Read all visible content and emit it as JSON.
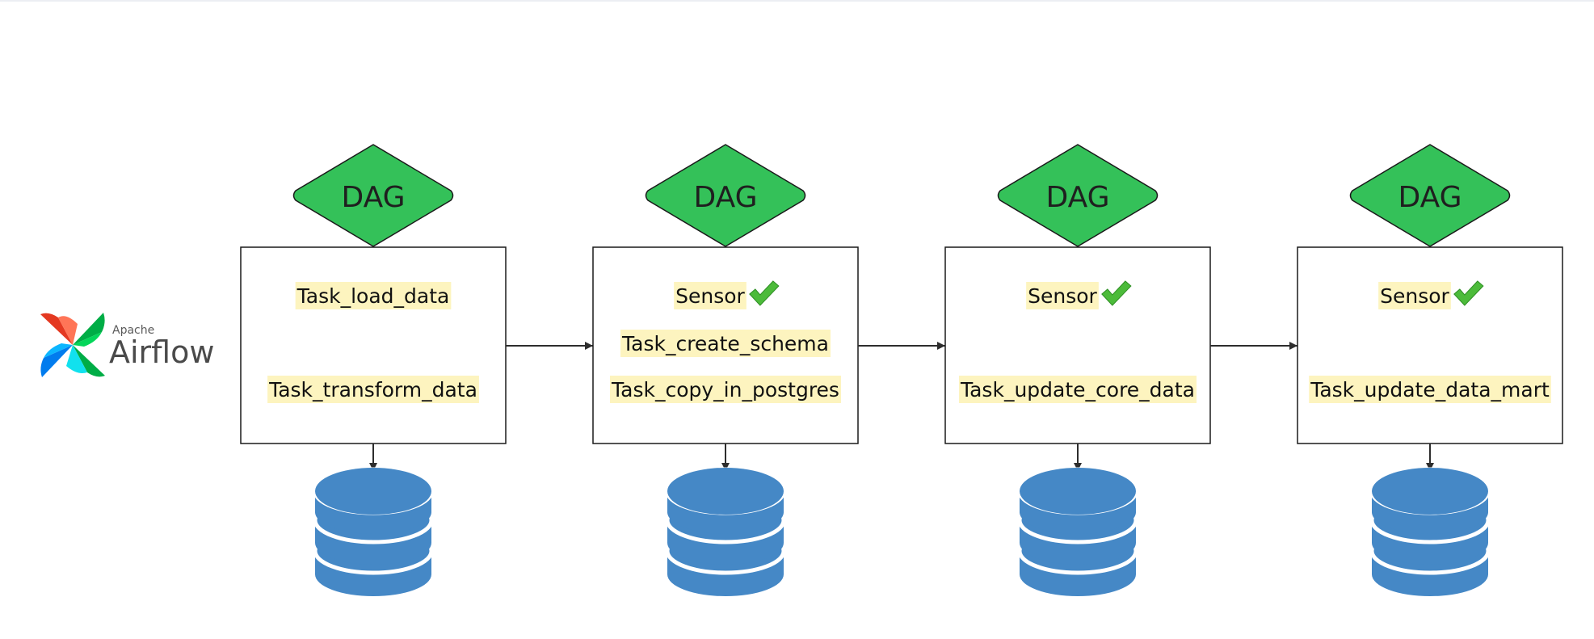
{
  "brand": {
    "apache": "Apache",
    "name": "Airflow"
  },
  "dags": [
    {
      "label": "DAG",
      "tasks": [
        {
          "text": "Task_load_data",
          "check": false
        },
        {
          "text": "Task_transform_data",
          "check": false
        }
      ]
    },
    {
      "label": "DAG",
      "tasks": [
        {
          "text": "Sensor",
          "check": true
        },
        {
          "text": "Task_create_schema",
          "check": false
        },
        {
          "text": "Task_copy_in_postgres",
          "check": false
        }
      ]
    },
    {
      "label": "DAG",
      "tasks": [
        {
          "text": "Sensor",
          "check": true
        },
        {
          "text": "Task_update_core_data",
          "check": false
        }
      ]
    },
    {
      "label": "DAG",
      "tasks": [
        {
          "text": "Sensor",
          "check": true
        },
        {
          "text": "Task_update_data_mart",
          "check": false
        }
      ]
    }
  ],
  "colors": {
    "diamond": "#34c159",
    "highlight": "#fdf4bf",
    "database": "#4588c6",
    "check": "#4cbb3a",
    "line": "#2d2d2d"
  },
  "icons": {
    "brand": "airflow-pinwheel-icon",
    "database": "database-icon",
    "check": "checkmark-icon"
  }
}
